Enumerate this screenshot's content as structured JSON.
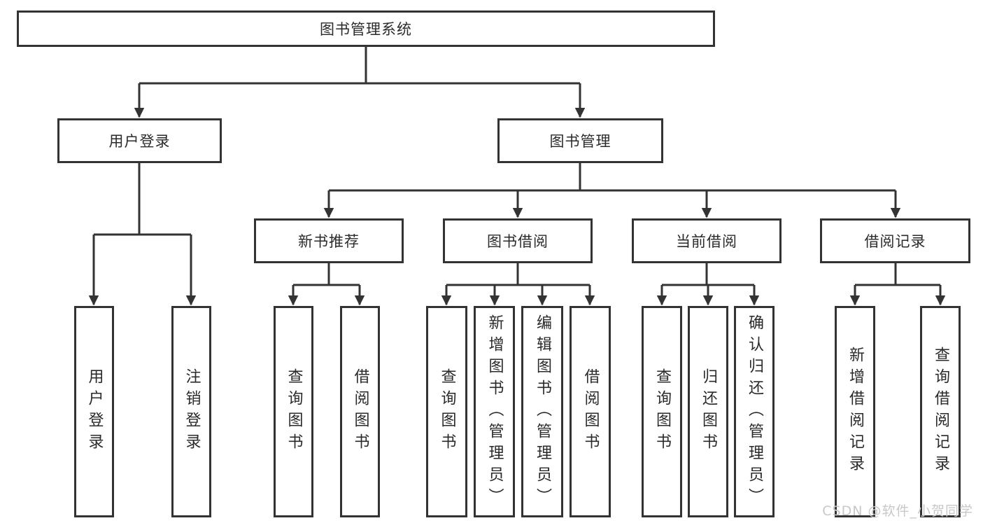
{
  "tree": {
    "label": "图书管理系统",
    "children": [
      {
        "label": "用户登录",
        "children": [
          {
            "label": "用户登录"
          },
          {
            "label": "注销登录"
          }
        ]
      },
      {
        "label": "图书管理",
        "children": [
          {
            "label": "新书推荐",
            "children": [
              {
                "label": "查询图书"
              },
              {
                "label": "借阅图书"
              }
            ]
          },
          {
            "label": "图书借阅",
            "children": [
              {
                "label": "查询图书"
              },
              {
                "label": "新增图书（管理员）"
              },
              {
                "label": "编辑图书（管理员）"
              },
              {
                "label": "借阅图书"
              }
            ]
          },
          {
            "label": "当前借阅",
            "children": [
              {
                "label": "查询图书"
              },
              {
                "label": "归还图书"
              },
              {
                "label": "确认归还（管理员）"
              }
            ]
          },
          {
            "label": "借阅记录",
            "children": [
              {
                "label": "新增借阅记录"
              },
              {
                "label": "查询借阅记录"
              }
            ]
          }
        ]
      }
    ]
  },
  "watermark": {
    "text": "CSDN @软件_小贺同学"
  },
  "colors": {
    "background": "#ffffff",
    "line": "#333333",
    "border": "#333333",
    "text": "#2a2a2a",
    "watermark": "#c8c8c8"
  }
}
